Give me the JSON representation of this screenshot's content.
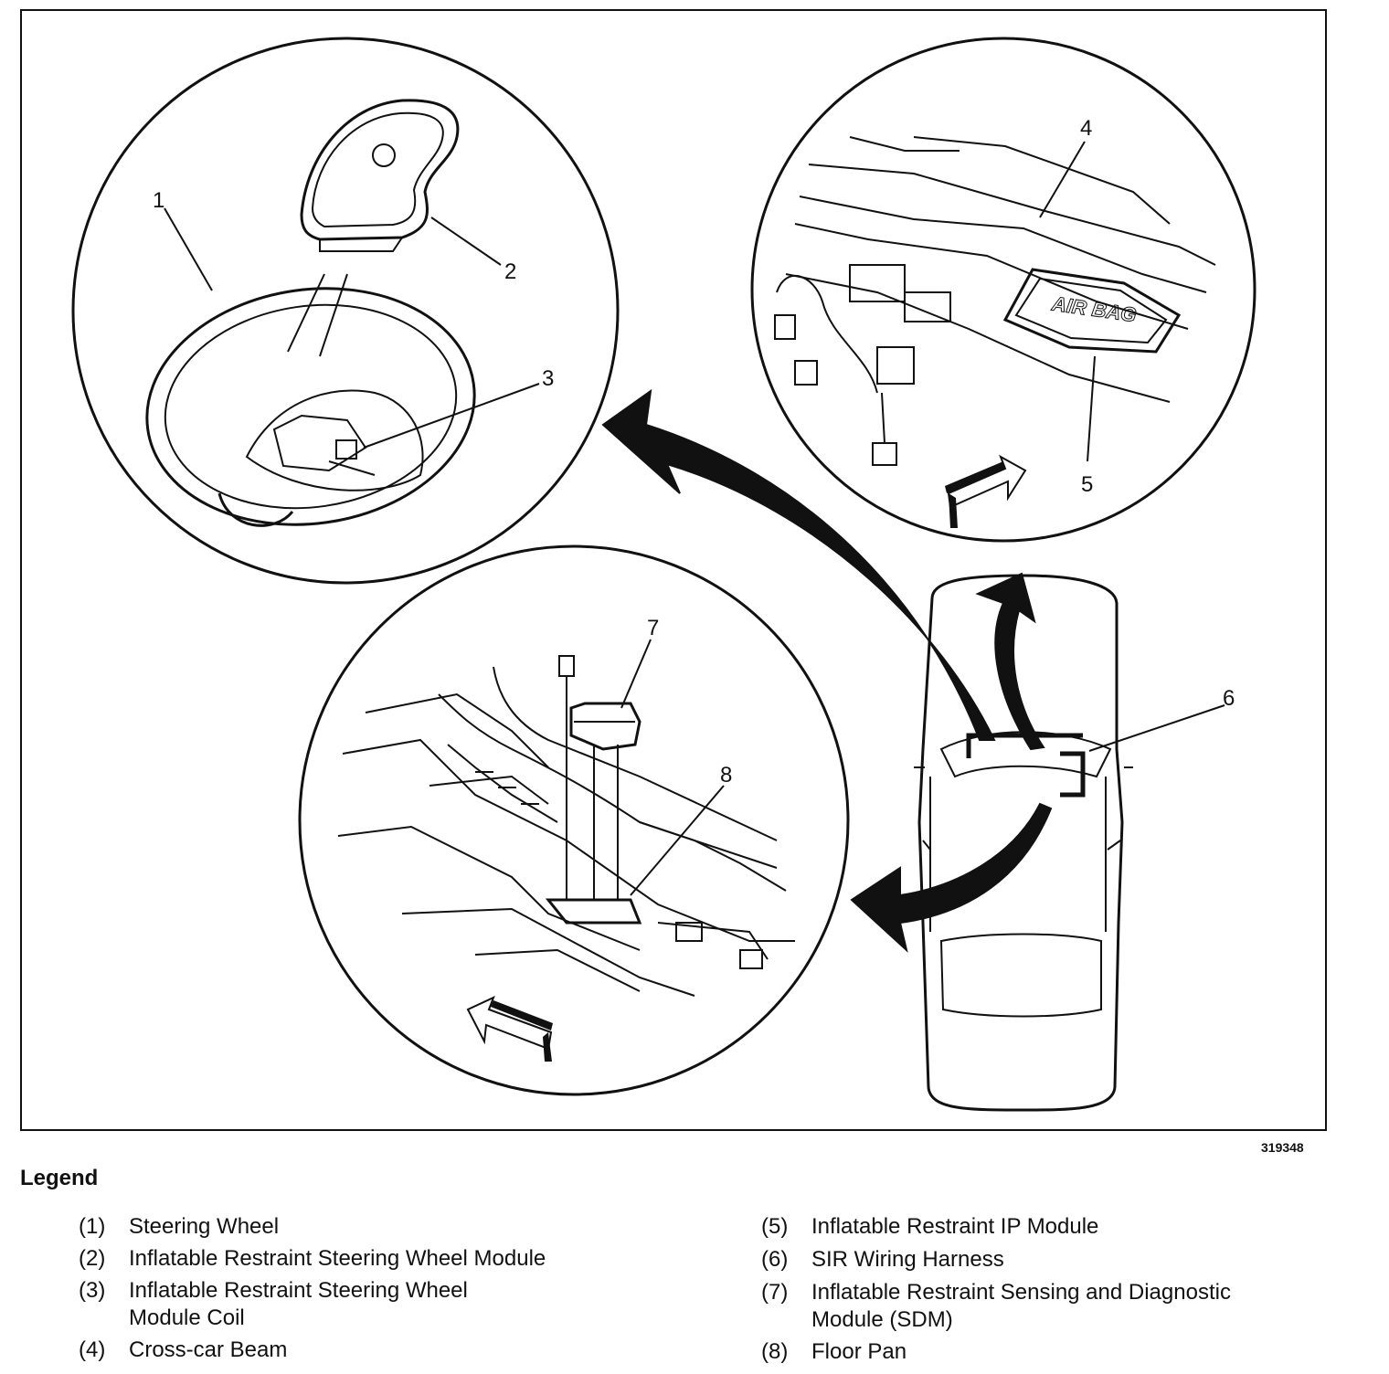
{
  "figure_id": "319348",
  "callouts": [
    "1",
    "2",
    "3",
    "4",
    "5",
    "6",
    "7",
    "8"
  ],
  "inscriptions": {
    "airbag_cover_text": "AIR BAG"
  },
  "legend": {
    "title": "Legend",
    "items": [
      {
        "num": "(1)",
        "line1": "Steering Wheel",
        "line2": ""
      },
      {
        "num": "(2)",
        "line1": "Inflatable Restraint Steering Wheel Module",
        "line2": ""
      },
      {
        "num": "(3)",
        "line1": "Inflatable Restraint Steering Wheel",
        "line2": "Module Coil"
      },
      {
        "num": "(4)",
        "line1": "Cross-car Beam",
        "line2": ""
      },
      {
        "num": "(5)",
        "line1": "Inflatable Restraint IP Module",
        "line2": ""
      },
      {
        "num": "(6)",
        "line1": "SIR Wiring Harness",
        "line2": ""
      },
      {
        "num": "(7)",
        "line1": "Inflatable Restraint Sensing and Diagnostic",
        "line2": "Module (SDM)"
      },
      {
        "num": "(8)",
        "line1": "Floor Pan",
        "line2": ""
      }
    ]
  }
}
